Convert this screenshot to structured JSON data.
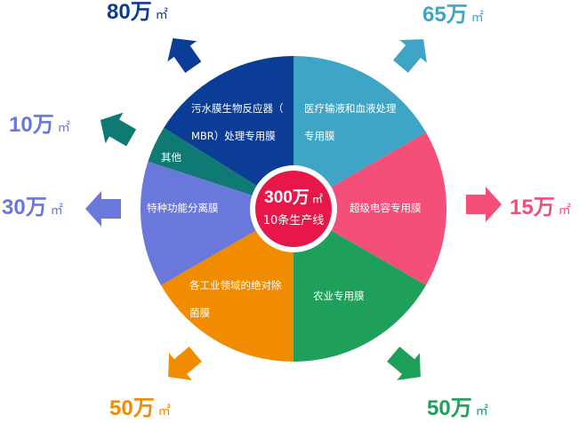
{
  "center": {
    "value": "300万",
    "unit": "㎡",
    "subtitle": "10条生产线",
    "color": "#e8174a"
  },
  "segments": [
    {
      "id": "medical",
      "label_lines": [
        "医疗输液和血液处理",
        "专用膜"
      ],
      "value": "65万",
      "unit": "㎡",
      "color": "#3fa5c6"
    },
    {
      "id": "supercapacitor",
      "label_lines": [
        "超级电容专用膜"
      ],
      "value": "15万",
      "unit": "㎡",
      "color": "#f44f78"
    },
    {
      "id": "agriculture",
      "label_lines": [
        "农业专用膜"
      ],
      "value": "50万",
      "unit": "㎡",
      "color": "#1fa05a"
    },
    {
      "id": "sterilization",
      "label_lines": [
        "各工业领域的绝对除",
        "菌膜"
      ],
      "value": "50万",
      "unit": "㎡",
      "color": "#f18b00"
    },
    {
      "id": "special-separation",
      "label_lines": [
        "特种功能分离膜"
      ],
      "value": "30万",
      "unit": "㎡",
      "color": "#6a78dc"
    },
    {
      "id": "other",
      "label_lines": [
        "其他"
      ],
      "value": "10万",
      "unit": "㎡",
      "color": "#0f7a74"
    },
    {
      "id": "mbr",
      "label_lines": [
        "污水膜生物反应器（",
        "MBR）处理专用膜"
      ],
      "value": "80万",
      "unit": "㎡",
      "color": "#0c3d96"
    }
  ],
  "chart_data": {
    "type": "pie",
    "title": "300万 ㎡ / 10条生产线",
    "unit": "万㎡",
    "categories": [
      "污水膜生物反应器（MBR）处理专用膜",
      "医疗输液和血液处理专用膜",
      "超级电容专用膜",
      "农业专用膜",
      "各工业领域的绝对除菌膜",
      "特种功能分离膜",
      "其他"
    ],
    "values": [
      80,
      65,
      15,
      50,
      50,
      30,
      10
    ],
    "total": 300,
    "center_annotation": [
      "300万 ㎡",
      "10条生产线"
    ]
  }
}
